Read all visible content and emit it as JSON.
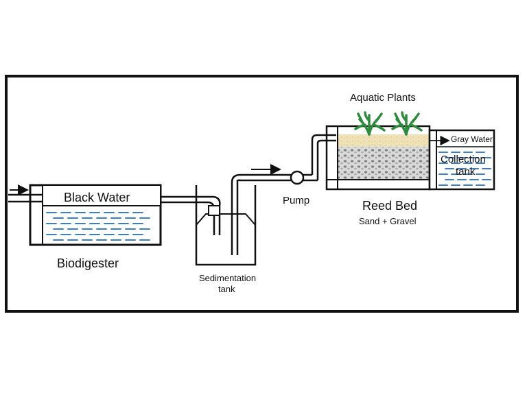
{
  "labels": {
    "aquatic_plants": "Aquatic Plants",
    "black_water": "Black Water",
    "biodigester": "Biodigester",
    "sedimentation_line1": "Sedimentation",
    "sedimentation_line2": "tank",
    "pump": "Pump",
    "reed_bed": "Reed Bed",
    "sand_gravel": "Sand + Gravel",
    "gray_water": "Gray Water",
    "collection_line1": "Collection",
    "collection_line2": "tank"
  },
  "colors": {
    "water": "#3b7fc4",
    "plants": "#2e8b3d",
    "sand": "#efe2b8",
    "gravel": "#9a9a9a",
    "outline": "#111111"
  }
}
